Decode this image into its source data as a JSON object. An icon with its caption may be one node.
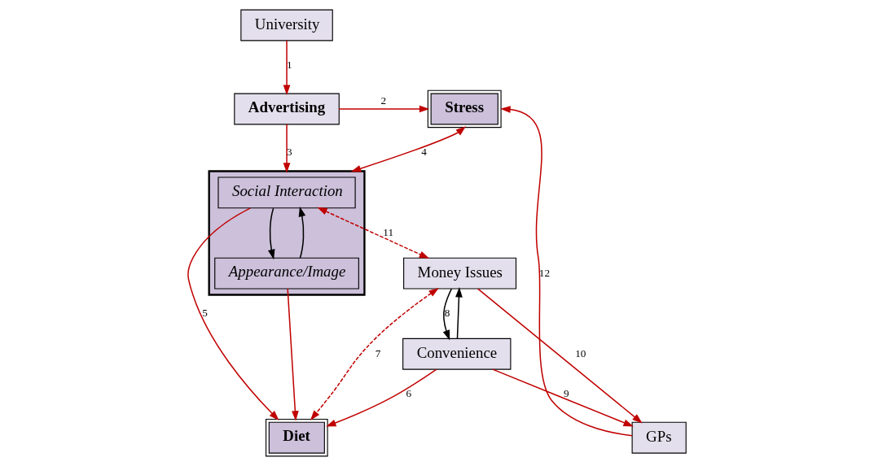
{
  "diagram": {
    "nodes": [
      {
        "text": [
          "Advertising"
        ]
      },
      {
        "text": [
          "Stress"
        ]
      },
      {
        "text": [
          "University"
        ]
      },
      {
        "text": [],
        "shape": "box"
      },
      {
        "text": [
          "Social Interaction"
        ],
        "in": 3
      },
      {
        "text": [
          "Appearance/Image"
        ],
        "in": 3
      },
      {
        "text": [
          "GPs"
        ]
      },
      {
        "text": [
          "Diet"
        ]
      },
      {
        "text": [
          "Money Issues"
        ]
      },
      {
        "text": [
          "Convenience"
        ]
      }
    ],
    "edges": [
      {
        "from": 2,
        "to": 0,
        "arrow": "to",
        "label": "1"
      },
      {
        "from": 0,
        "to": 1,
        "arrow": "to",
        "label": "2"
      },
      {
        "from": 0,
        "to": 3,
        "arrow": "to",
        "label": "3"
      },
      {
        "from": 1,
        "to": 3,
        "arrow": "both",
        "label": "4"
      },
      {
        "from": 4,
        "to": 7,
        "arrow": "to",
        "label": "5"
      },
      {
        "from": 5,
        "to": 7,
        "arrow": "to"
      },
      {
        "from": 9,
        "to": 7,
        "arrow": "to",
        "label": "6"
      },
      {
        "from": 8,
        "to": 7,
        "arrow": "both",
        "label": "7",
        "style": "dashed"
      },
      {
        "from": 8,
        "to": 9,
        "arrow": "to",
        "label": "8",
        "color": "#000000"
      },
      {
        "from": 9,
        "to": 8,
        "arrow": "to",
        "color": "#000000"
      },
      {
        "from": 9,
        "to": 6,
        "arrow": "to",
        "label": "9"
      },
      {
        "from": 8,
        "to": 6,
        "arrow": "to",
        "label": "10"
      },
      {
        "from": 4,
        "to": 8,
        "arrow": "both",
        "label": "11",
        "style": "dashed"
      },
      {
        "from": 6,
        "to": 1,
        "arrow": "to",
        "label": "12"
      },
      {
        "from": 5,
        "to": 4,
        "arrow": "to",
        "color": "#000000"
      },
      {
        "from": 4,
        "to": 5,
        "arrow": "to",
        "color": "#000000"
      }
    ]
  }
}
